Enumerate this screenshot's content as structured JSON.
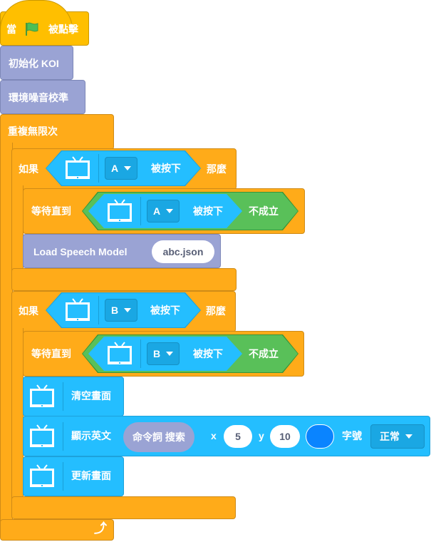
{
  "hat": {
    "prefix": "當",
    "suffix": "被點擊",
    "flag_icon": "green-flag-icon"
  },
  "init": {
    "label": "初始化 KOI"
  },
  "calibrate": {
    "label": "環境噪音校準"
  },
  "forever": {
    "label": "重複無限次"
  },
  "if1": {
    "if_label": "如果",
    "key": "A",
    "pressed": "被按下",
    "then_label": "那麼"
  },
  "wait1": {
    "label": "等待直到",
    "key": "A",
    "pressed": "被按下",
    "not_label": "不成立"
  },
  "load": {
    "label": "Load Speech Model",
    "value": "abc.json"
  },
  "if2": {
    "if_label": "如果",
    "key": "B",
    "pressed": "被按下",
    "then_label": "那麼"
  },
  "wait2": {
    "label": "等待直到",
    "key": "B",
    "pressed": "被按下",
    "not_label": "不成立"
  },
  "clear": {
    "label": "清空畫面"
  },
  "show": {
    "label": "顯示英文",
    "reporter": "命令詞 搜索",
    "x_label": "x",
    "x": "5",
    "y_label": "y",
    "y": "10",
    "color": "#0A84FF",
    "size_label": "字號",
    "size": "正常"
  },
  "update": {
    "label": "更新畫面"
  },
  "colors": {
    "control": "#FFAB19",
    "events": "#FFBF00",
    "koi": "#9AA3D4",
    "display": "#24BEFF",
    "operator": "#59C059"
  }
}
